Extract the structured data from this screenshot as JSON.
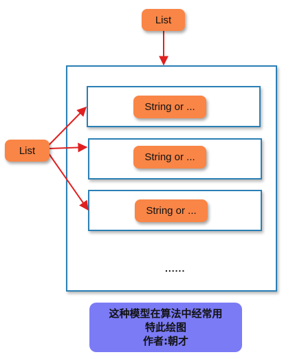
{
  "top_node": {
    "label": "List"
  },
  "left_node": {
    "label": "List"
  },
  "items": [
    {
      "label": "String or ..."
    },
    {
      "label": "String or ..."
    },
    {
      "label": "String or ..."
    }
  ],
  "ellipsis": "......",
  "caption": {
    "line1": "这种模型在算法中经常用",
    "line2": "特此绘图",
    "line3": "作者:朝才"
  },
  "colors": {
    "node_fill": "#f98546",
    "border": "#2a7fb4",
    "arrow": "#e02020",
    "caption_fill": "#7b7bf6"
  }
}
